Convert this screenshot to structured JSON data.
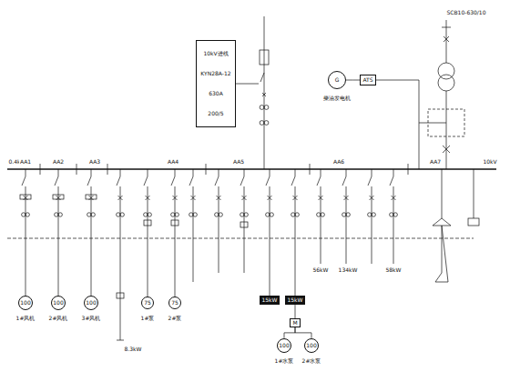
{
  "diagram": {
    "nodes": [
      {
        "text": [
          "10kV进线",
          "KYN28A-12",
          "630A",
          "200/5"
        ]
      },
      {
        "text": [
          "G"
        ]
      },
      {
        "text": [
          "ATS"
        ]
      },
      {
        "text": [
          "100"
        ]
      },
      {
        "text": [
          "100"
        ]
      },
      {
        "text": [
          "100"
        ]
      },
      {
        "text": [
          "75"
        ]
      },
      {
        "text": [
          "75"
        ]
      },
      {
        "text": [
          "15kW"
        ]
      },
      {
        "text": [
          "15kW"
        ]
      },
      {
        "text": [
          "M"
        ]
      },
      {
        "text": [
          "100"
        ]
      },
      {
        "text": [
          "100"
        ]
      }
    ],
    "edges": [
      {
        "from": 1,
        "to": 2,
        "arrow": "none"
      },
      {
        "from": 10,
        "to": 11,
        "arrow": "none"
      },
      {
        "from": 10,
        "to": 12,
        "arrow": "none"
      }
    ],
    "labels": [
      "10kV",
      "SCB10-630/10",
      "柴油发电机",
      "0.4kV",
      "AA1",
      "AA2",
      "AA3",
      "AA4",
      "AA5",
      "AA6",
      "AA7",
      "1#风机",
      "2#风机",
      "3#风机",
      "1#泵",
      "2#泵",
      "8.3kW",
      "56kW",
      "134kW",
      "58kW",
      "1#水泵",
      "2#水泵"
    ]
  }
}
